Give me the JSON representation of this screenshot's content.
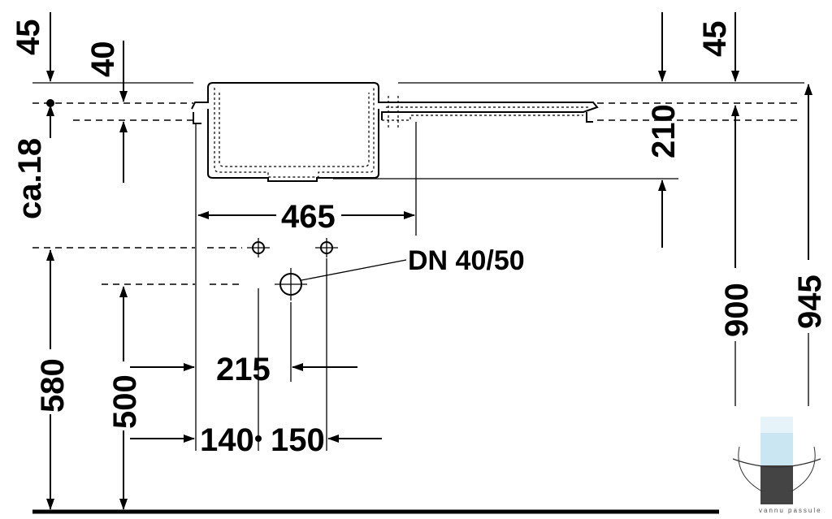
{
  "dimensions": {
    "top_left_45": "45",
    "top_left_40": "40",
    "ca18": "ca.18",
    "top_right_45": "45",
    "d210": "210",
    "d465": "465",
    "d580": "580",
    "d500": "500",
    "d215": "215",
    "d140": "140",
    "d150": "150",
    "d900": "900",
    "d945": "945"
  },
  "labels": {
    "drain": "DN 40/50"
  },
  "logo": {
    "text": "vannu passule",
    "colors": {
      "light": "#c9e6f2",
      "mid": "#9fc6d8",
      "dark": "#444444"
    }
  }
}
